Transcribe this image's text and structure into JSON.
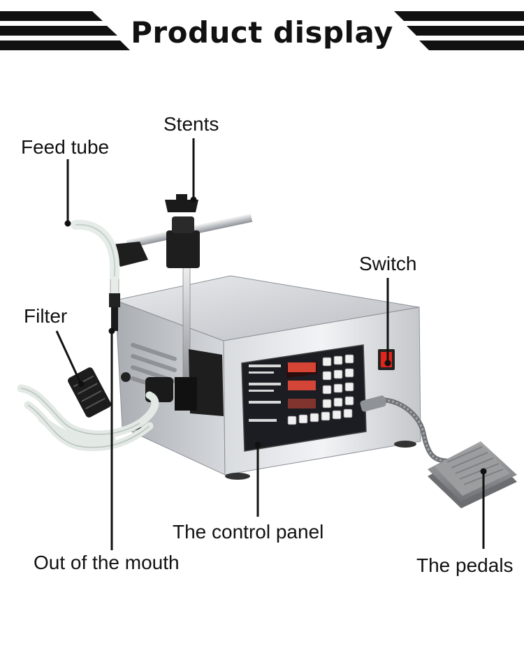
{
  "header": {
    "title": "Product display"
  },
  "callouts": {
    "stents": "Stents",
    "feed_tube": "Feed tube",
    "switch": "Switch",
    "filter": "Filter",
    "control_panel": "The control panel",
    "out_of_mouth": "Out of the mouth",
    "pedals": "The pedals"
  },
  "colors": {
    "text": "#111111",
    "steel": "#c9ccd0",
    "panel": "#1b1d22",
    "switch_red": "#e0261b",
    "pedal_grey": "#8e9092",
    "tube_white": "#e6ece8"
  }
}
